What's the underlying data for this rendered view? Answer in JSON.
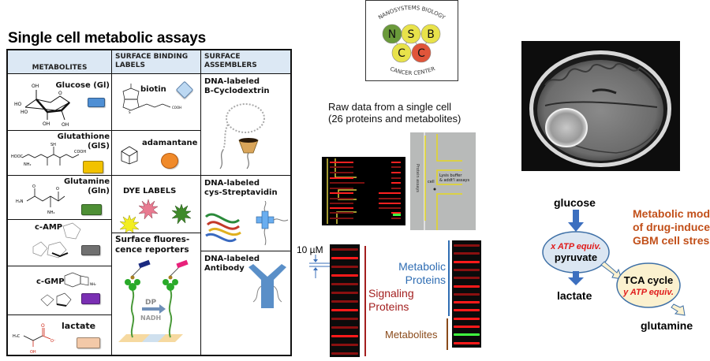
{
  "title": "Single cell metabolic assays",
  "table": {
    "headers": [
      "METABOLITES",
      "SURFACE BINDING LABELS",
      "SURFACE ASSEMBLERS"
    ],
    "metabolites": [
      {
        "label": "Glucose (Gl)",
        "color": "#4f8fd4"
      },
      {
        "label": "Glutathione (GlS)",
        "color": "#f2c200"
      },
      {
        "label": "Glutamine (Gln)",
        "color": "#4e8f35"
      },
      {
        "label": "c-AMP",
        "color": "#707070"
      },
      {
        "label": "c-GMP",
        "color": "#7a2fb3"
      },
      {
        "label": "lactate",
        "color": "#f3c9a8"
      }
    ],
    "binding_labels": [
      {
        "label": "biotin",
        "shape": "diamond",
        "color": "#bcd8f2"
      },
      {
        "label": "adamantane",
        "shape": "circle",
        "color": "#f08a2a"
      },
      {
        "label": "DYE LABELS"
      },
      {
        "label": "Surface fluores-cence reporters",
        "line1": "Surface fluores-",
        "line2": "cence reporters",
        "dp": "DP",
        "nadh": "NADH"
      }
    ],
    "assemblers": [
      {
        "line1": "DNA-labeled",
        "line2": "B-Cyclodextrin"
      },
      {
        "line1": "DNA-labeled",
        "line2": "cys-Streptavidin"
      },
      {
        "line1": "DNA-labeled",
        "line2": "Antibody"
      }
    ],
    "mol_labels": {
      "oh": "OH",
      "ho": "HO",
      "o": "O",
      "hooc": "HOOC",
      "cooh": "COOH",
      "nh2": "NH₂",
      "h2n": "H₂N",
      "sh": "SH",
      "h": "H",
      "n": "N",
      "hn": "HN",
      "nh": "NH",
      "s": "S",
      "h3c": "H₃C",
      "o_minus": "O⁻"
    }
  },
  "logo": {
    "top_text": "NANOSYSTEMS BIOLOGY",
    "bottom_text": "CANCER CENTER",
    "circles": [
      {
        "letter": "N",
        "color": "#6a9a3a"
      },
      {
        "letter": "S",
        "color": "#e8e24a"
      },
      {
        "letter": "B",
        "color": "#e8e24a"
      },
      {
        "letter": "C",
        "color": "#e8e24a"
      },
      {
        "letter": "C",
        "color": "#e0553a"
      }
    ]
  },
  "raw_data": {
    "title_line1": "Raw data from a single cell",
    "title_line2": "(26 proteins and metabolites)",
    "chip_labels": {
      "protein_assays": "Protein assays",
      "cell": "cell",
      "lysis1": "Lysis buffer",
      "lysis2": "& addt'l assays"
    },
    "scale_label": "10 µM",
    "signaling_line1": "Signaling",
    "signaling_line2": "Proteins",
    "metabolic_line1": "Metabolic",
    "metabolic_line2": "Proteins",
    "metabolites_label": "Metabolites",
    "colors": {
      "signaling": "#a31f1f",
      "metabolic": "#2f6db3",
      "metabolites": "#8a4a1a"
    }
  },
  "model": {
    "glucose": "glucose",
    "x_atp": "x ATP equiv.",
    "pyruvate": "pyruvate",
    "lactate": "lactate",
    "tca": "TCA cycle",
    "y_atp": "y ATP equiv.",
    "glutamine": "glutamine",
    "caption_line1": "Metabolic models",
    "caption_line2": "of drug-induced",
    "caption_line3": "GBM cell stress",
    "colors": {
      "caption": "#c2501a",
      "atp": "#e01b1b",
      "arrow": "#3c6fbf",
      "pyruvate_fill": "#dbe6f2",
      "tca_fill": "#fbf1cf"
    }
  }
}
